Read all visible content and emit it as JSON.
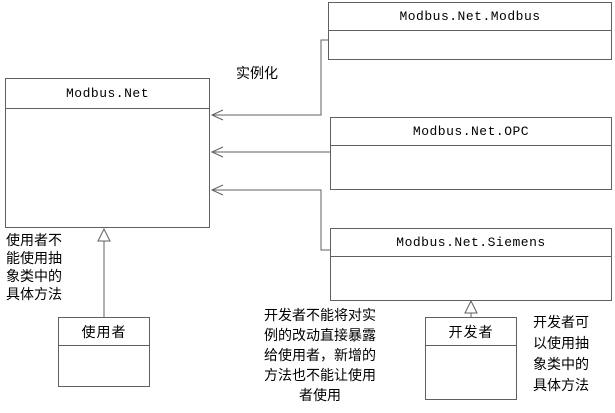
{
  "boxes": {
    "modbus_net": "Modbus.Net",
    "modbus_net_modbus": "Modbus.Net.Modbus",
    "modbus_net_opc": "Modbus.Net.OPC",
    "modbus_net_siemens": "Modbus.Net.Siemens",
    "user": "使用者",
    "developer": "开发者"
  },
  "labels": {
    "instantiate": "实例化",
    "user_note": "使用者不\n能使用抽\n象类中的\n具体方法",
    "developer_note_center": "开发者不能将对实\n例的改动直接暴露\n给使用者，新增的\n方法也不能让使用\n者使用",
    "developer_note_right": "开发者可\n以使用抽\n象类中的\n具体方法"
  },
  "colors": {
    "line": "#606060",
    "text": "#000000",
    "background": "#ffffff"
  }
}
